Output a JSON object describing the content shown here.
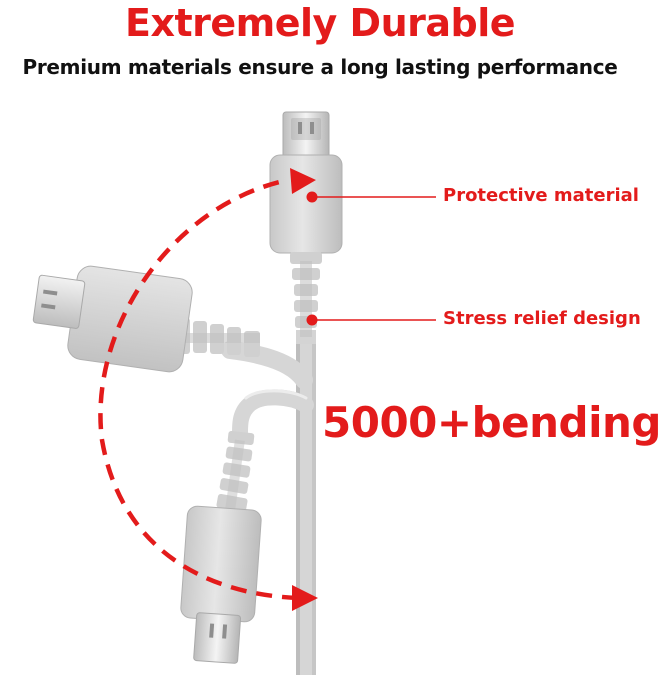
{
  "header": {
    "title": "Extremely Durable",
    "subtitle": "Premium materials ensure a long lasting performance"
  },
  "callouts": {
    "protective": "Protective material",
    "stress": "Stress relief design",
    "bending": "5000+bending"
  },
  "colors": {
    "accent": "#e31b1b",
    "cable": "#d7d7d7",
    "cable_shadow": "#b9b9b9",
    "metal": "#cfcfcf"
  }
}
